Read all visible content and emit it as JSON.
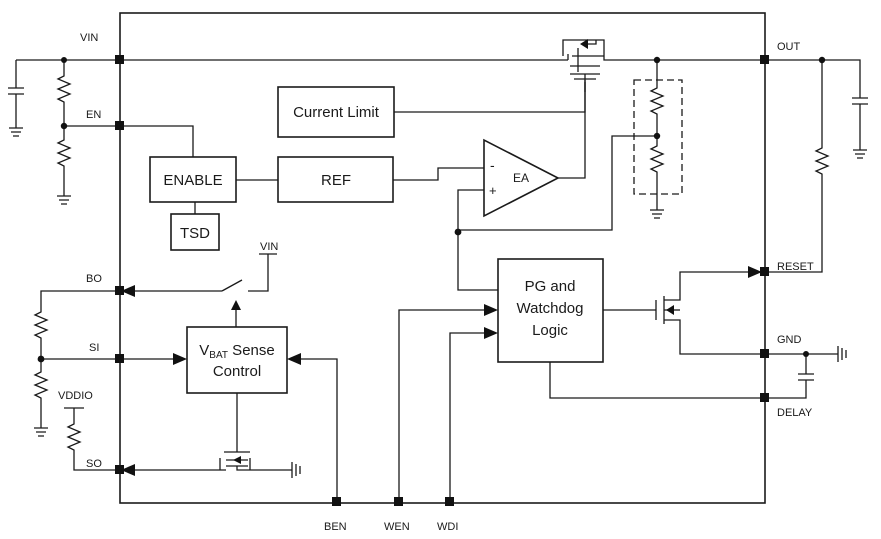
{
  "pins": {
    "vin": "VIN",
    "en": "EN",
    "bo": "BO",
    "si": "SI",
    "so": "SO",
    "out": "OUT",
    "reset": "RESET",
    "gnd": "GND",
    "delay": "DELAY",
    "ben": "BEN",
    "wen": "WEN",
    "wdi": "WDI"
  },
  "labels": {
    "vin_switch": "VIN",
    "vddio": "VDDIO",
    "ea_minus": "-",
    "ea_plus": "+"
  },
  "blocks": {
    "current_limit": "Current Limit",
    "enable": "ENABLE",
    "ref": "REF",
    "tsd": "TSD",
    "ea": "EA",
    "pg_line1": "PG and",
    "pg_line2": "Watchdog",
    "pg_line3": "Logic",
    "vbat_v": "V",
    "vbat_sub": "BAT",
    "vbat_rest": " Sense",
    "vbat_line2": "Control"
  }
}
